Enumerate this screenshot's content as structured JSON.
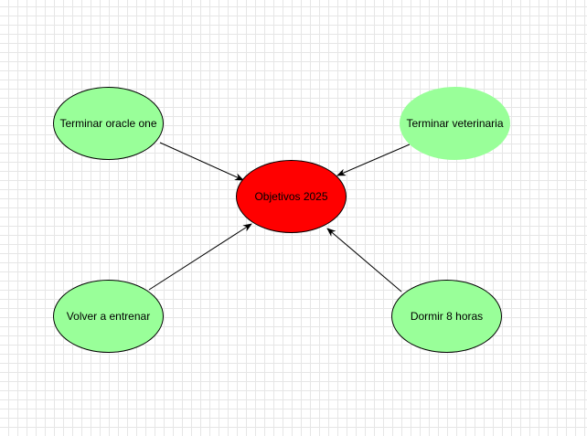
{
  "diagram": {
    "nodes": [
      {
        "id": "center",
        "label": "Objetivos 2025",
        "fill": "#ff0000"
      },
      {
        "id": "oracle",
        "label": "Terminar oracle one",
        "fill": "#99ff99"
      },
      {
        "id": "vet",
        "label": "Terminar veterinaria",
        "fill": "#99ff99"
      },
      {
        "id": "gym",
        "label": "Volver a entrenar",
        "fill": "#99ff99"
      },
      {
        "id": "sleep",
        "label": "Dormir 8 horas",
        "fill": "#99ff99"
      }
    ],
    "edges": [
      {
        "from": "oracle",
        "to": "center"
      },
      {
        "from": "vet",
        "to": "center"
      },
      {
        "from": "gym",
        "to": "center"
      },
      {
        "from": "sleep",
        "to": "center"
      }
    ],
    "colors": {
      "edge": "#000000",
      "grid": "#e6e6e6",
      "background": "#ffffff"
    }
  }
}
